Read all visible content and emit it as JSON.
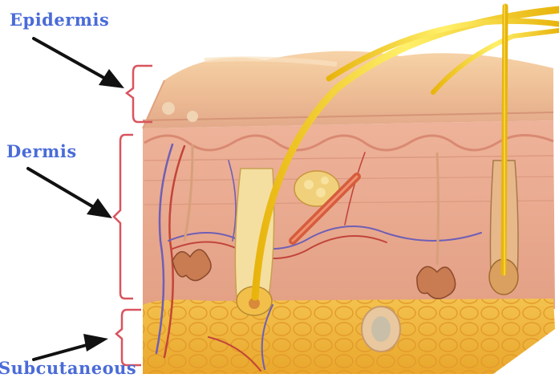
{
  "labels": {
    "epidermis": "Epidermis",
    "dermis": "Dermis",
    "subcutaneous": "Subcutaneous"
  },
  "colors": {
    "label_text": "#4a6bd8",
    "bracket": "#d9545f",
    "arrow": "#111111",
    "epidermis_surface": "#f2c79a",
    "dermis": "#e8a78a",
    "subcutaneous_fat": "#f0b640",
    "hair": "#f5d21a",
    "vessel_blue": "#6f5fb5",
    "vessel_red": "#c2453a",
    "gland": "#c97b52"
  }
}
